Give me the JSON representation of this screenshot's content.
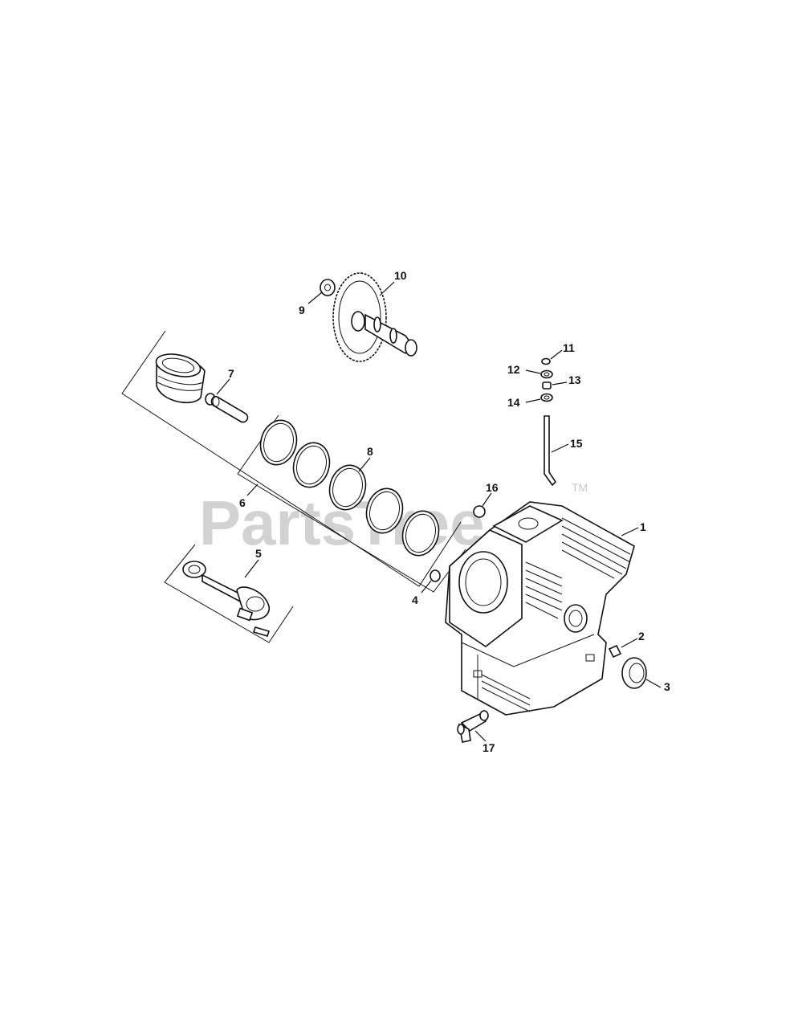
{
  "watermark": {
    "text": "PartsTree",
    "trademark": "TM"
  },
  "callouts": {
    "c1": "1",
    "c2": "2",
    "c3": "3",
    "c4": "4",
    "c5": "5",
    "c6": "6",
    "c7": "7",
    "c8": "8",
    "c9": "9",
    "c10": "10",
    "c11": "11",
    "c12": "12",
    "c13": "13",
    "c14": "14",
    "c15": "15",
    "c16": "16",
    "c17": "17"
  },
  "colors": {
    "line": "#111111",
    "watermark": "#d2d2d2",
    "background": "#ffffff"
  }
}
